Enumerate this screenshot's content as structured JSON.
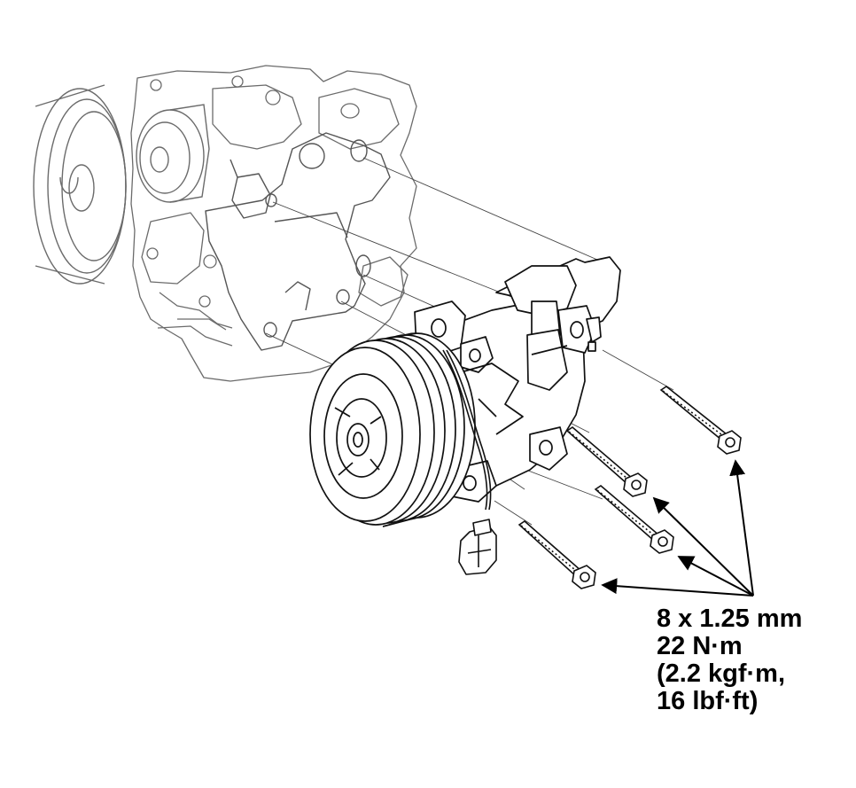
{
  "figure": {
    "subject": "A/C compressor mounting to engine bracket",
    "line_color": "#000000",
    "background_color": "#ffffff"
  },
  "torque_spec": {
    "lines": [
      "8 x 1.25 mm",
      "22 N·m",
      "(2.2 kgf·m,",
      "16 lbf·ft)"
    ]
  }
}
